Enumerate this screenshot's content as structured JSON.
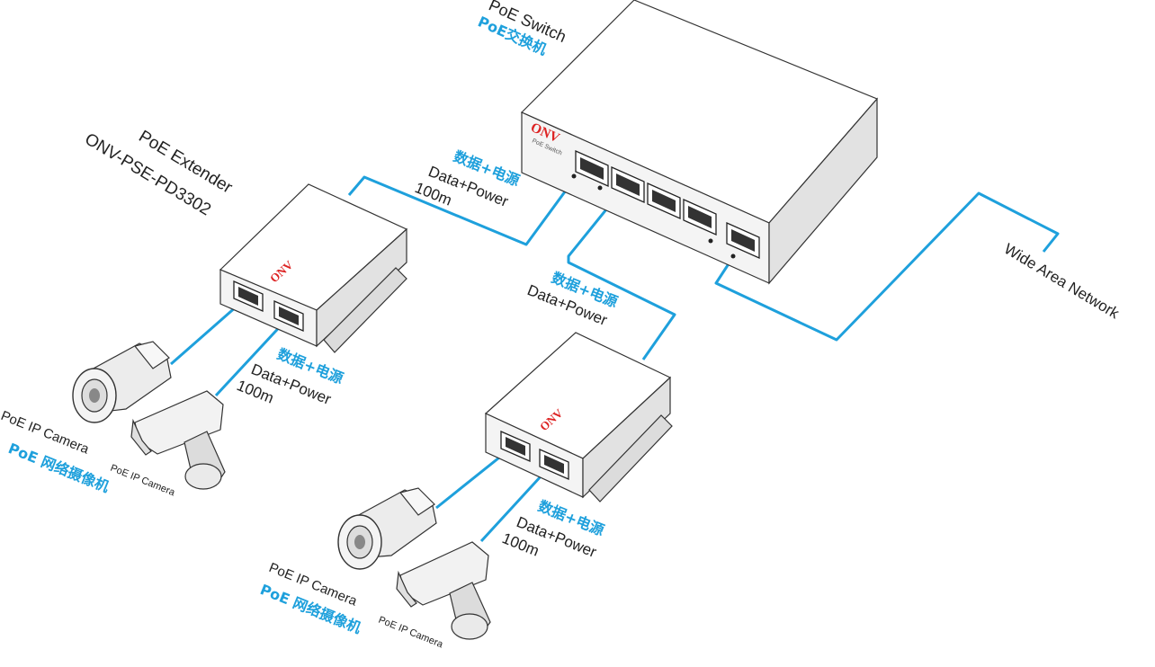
{
  "switch": {
    "title_en": "PoE Switch",
    "title_cn": "PoE交换机",
    "brand": "ONV",
    "front_label": "PoE Switch"
  },
  "extender": {
    "title": "PoE Extender",
    "model": "ONV-PSE-PD3302",
    "brand": "ONV"
  },
  "wan_label": "Wide Area Network",
  "links": {
    "link1": {
      "cn": "数据+电源",
      "en": "Data+Power",
      "dist": "100m"
    },
    "link2": {
      "cn": "数据+电源",
      "en": "Data+Power"
    },
    "link3": {
      "cn": "数据+电源",
      "en": "Data+Power",
      "dist": "100m"
    },
    "link4": {
      "cn": "数据+电源",
      "en": "Data+Power",
      "dist": "100m"
    }
  },
  "cameras": {
    "group1": {
      "main": "PoE IP Camera",
      "second": "PoE IP Camera",
      "cn": "PoE 网络摄像机"
    },
    "group2": {
      "main": "PoE IP Camera",
      "second": "PoE IP Camera",
      "cn": "PoE 网络摄像机"
    }
  },
  "colors": {
    "cable": "#1ea0dc",
    "brand": "#d22222",
    "label_cn": "#1ea0dc"
  }
}
